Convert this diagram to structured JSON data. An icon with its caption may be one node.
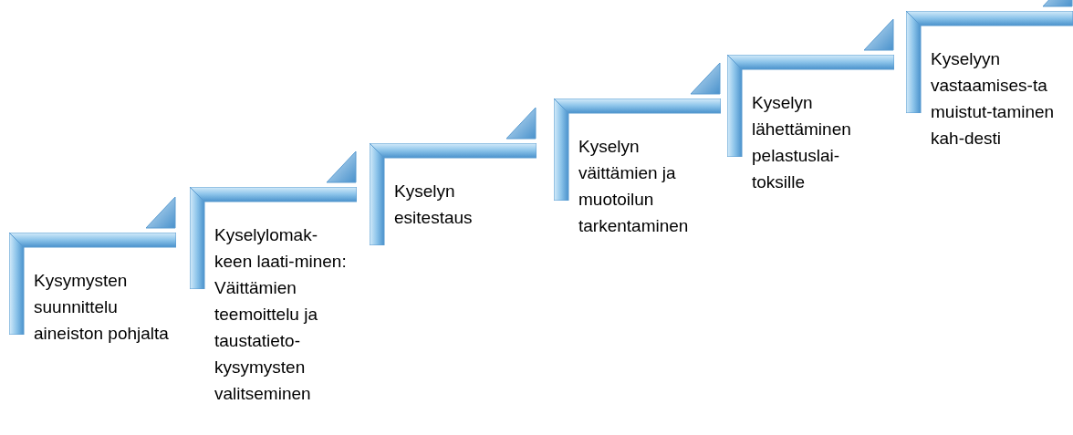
{
  "diagram": {
    "nodes": [
      {
        "text": [
          "Kysymysten suunnittelu aineiston pohjalta"
        ]
      },
      {
        "text": [
          "Kyselylomak-keen laati-minen: Väittämien teemoittelu ja taustatieto-kysymysten valitseminen"
        ]
      },
      {
        "text": [
          "Kyselyn esitestaus"
        ]
      },
      {
        "text": [
          "Kyselyn väittämien ja muotoilun tarkentaminen"
        ]
      },
      {
        "text": [
          "Kyselyn lähettäminen pelastuslai-toksille"
        ]
      },
      {
        "text": [
          "Kyselyyn vastaamises-ta muistut-taminen kah-desti"
        ]
      }
    ]
  }
}
